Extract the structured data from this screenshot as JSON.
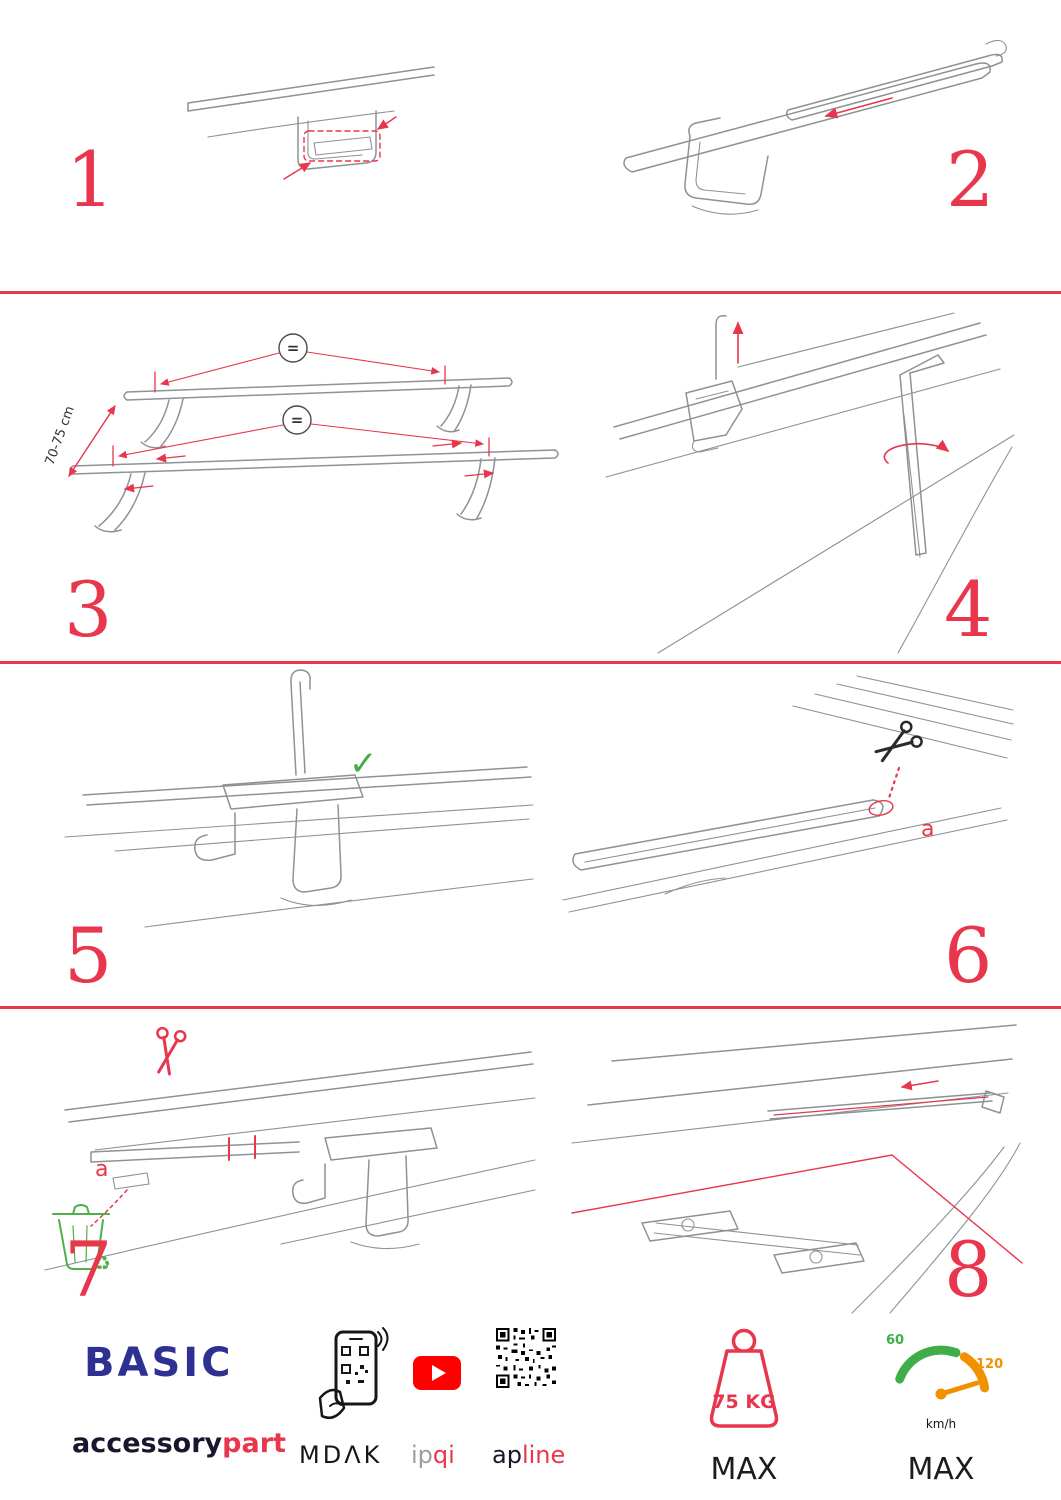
{
  "colors": {
    "accent_red": "#e8364c",
    "line_gray": "#8d9296",
    "green": "#4db04a",
    "brand_blue": "#2e3192",
    "brand_dark": "#17172e",
    "youtube_red": "#ff0000",
    "gauge_green": "#3fae49",
    "gauge_orange": "#f29100"
  },
  "steps": [
    {
      "num": "1"
    },
    {
      "num": "2"
    },
    {
      "num": "3"
    },
    {
      "num": "4"
    },
    {
      "num": "5"
    },
    {
      "num": "6"
    },
    {
      "num": "7"
    },
    {
      "num": "8"
    }
  ],
  "annotations": {
    "equals_top": "=",
    "equals_bottom": "=",
    "dimension_label": "70-75 cm",
    "label_a_step6": "a",
    "label_a_step7": "a"
  },
  "icons": {
    "scissors": "✂",
    "check": "✓",
    "recycle": "♻"
  },
  "footer": {
    "brand_title": "BASIC",
    "brand_sub_dark": "accessory",
    "brand_sub_red": "part",
    "mdak": "MDΛK",
    "ipqi": {
      "gray": "ip",
      "red": "qi"
    },
    "apline": {
      "dark": "ap",
      "red": "line"
    },
    "weight": {
      "value": "75 KG",
      "max": "MAX"
    },
    "gauge": {
      "low": "60",
      "high": "120",
      "unit": "km/h",
      "max": "MAX"
    }
  }
}
